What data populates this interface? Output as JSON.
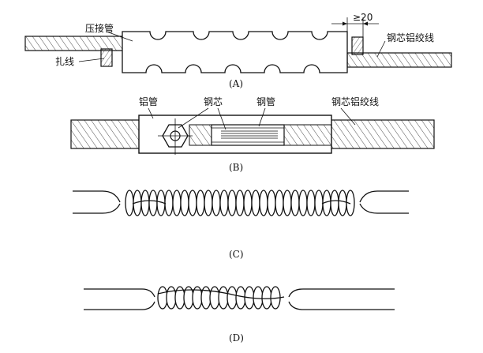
{
  "figure_a": {
    "caption": "(A)",
    "label_crimp_tube": "压接管",
    "label_dimension": "≥20",
    "label_acsr_wire": "钢芯铝绞线",
    "label_binding_wire": "扎线"
  },
  "figure_b": {
    "caption": "(B)",
    "label_aluminum_tube": "铝管",
    "label_steel_core": "钢芯",
    "label_steel_tube": "钢管",
    "label_acsr_wire": "钢芯铝绞线"
  },
  "figure_c": {
    "caption": "(C)"
  },
  "figure_d": {
    "caption": "(D)"
  }
}
